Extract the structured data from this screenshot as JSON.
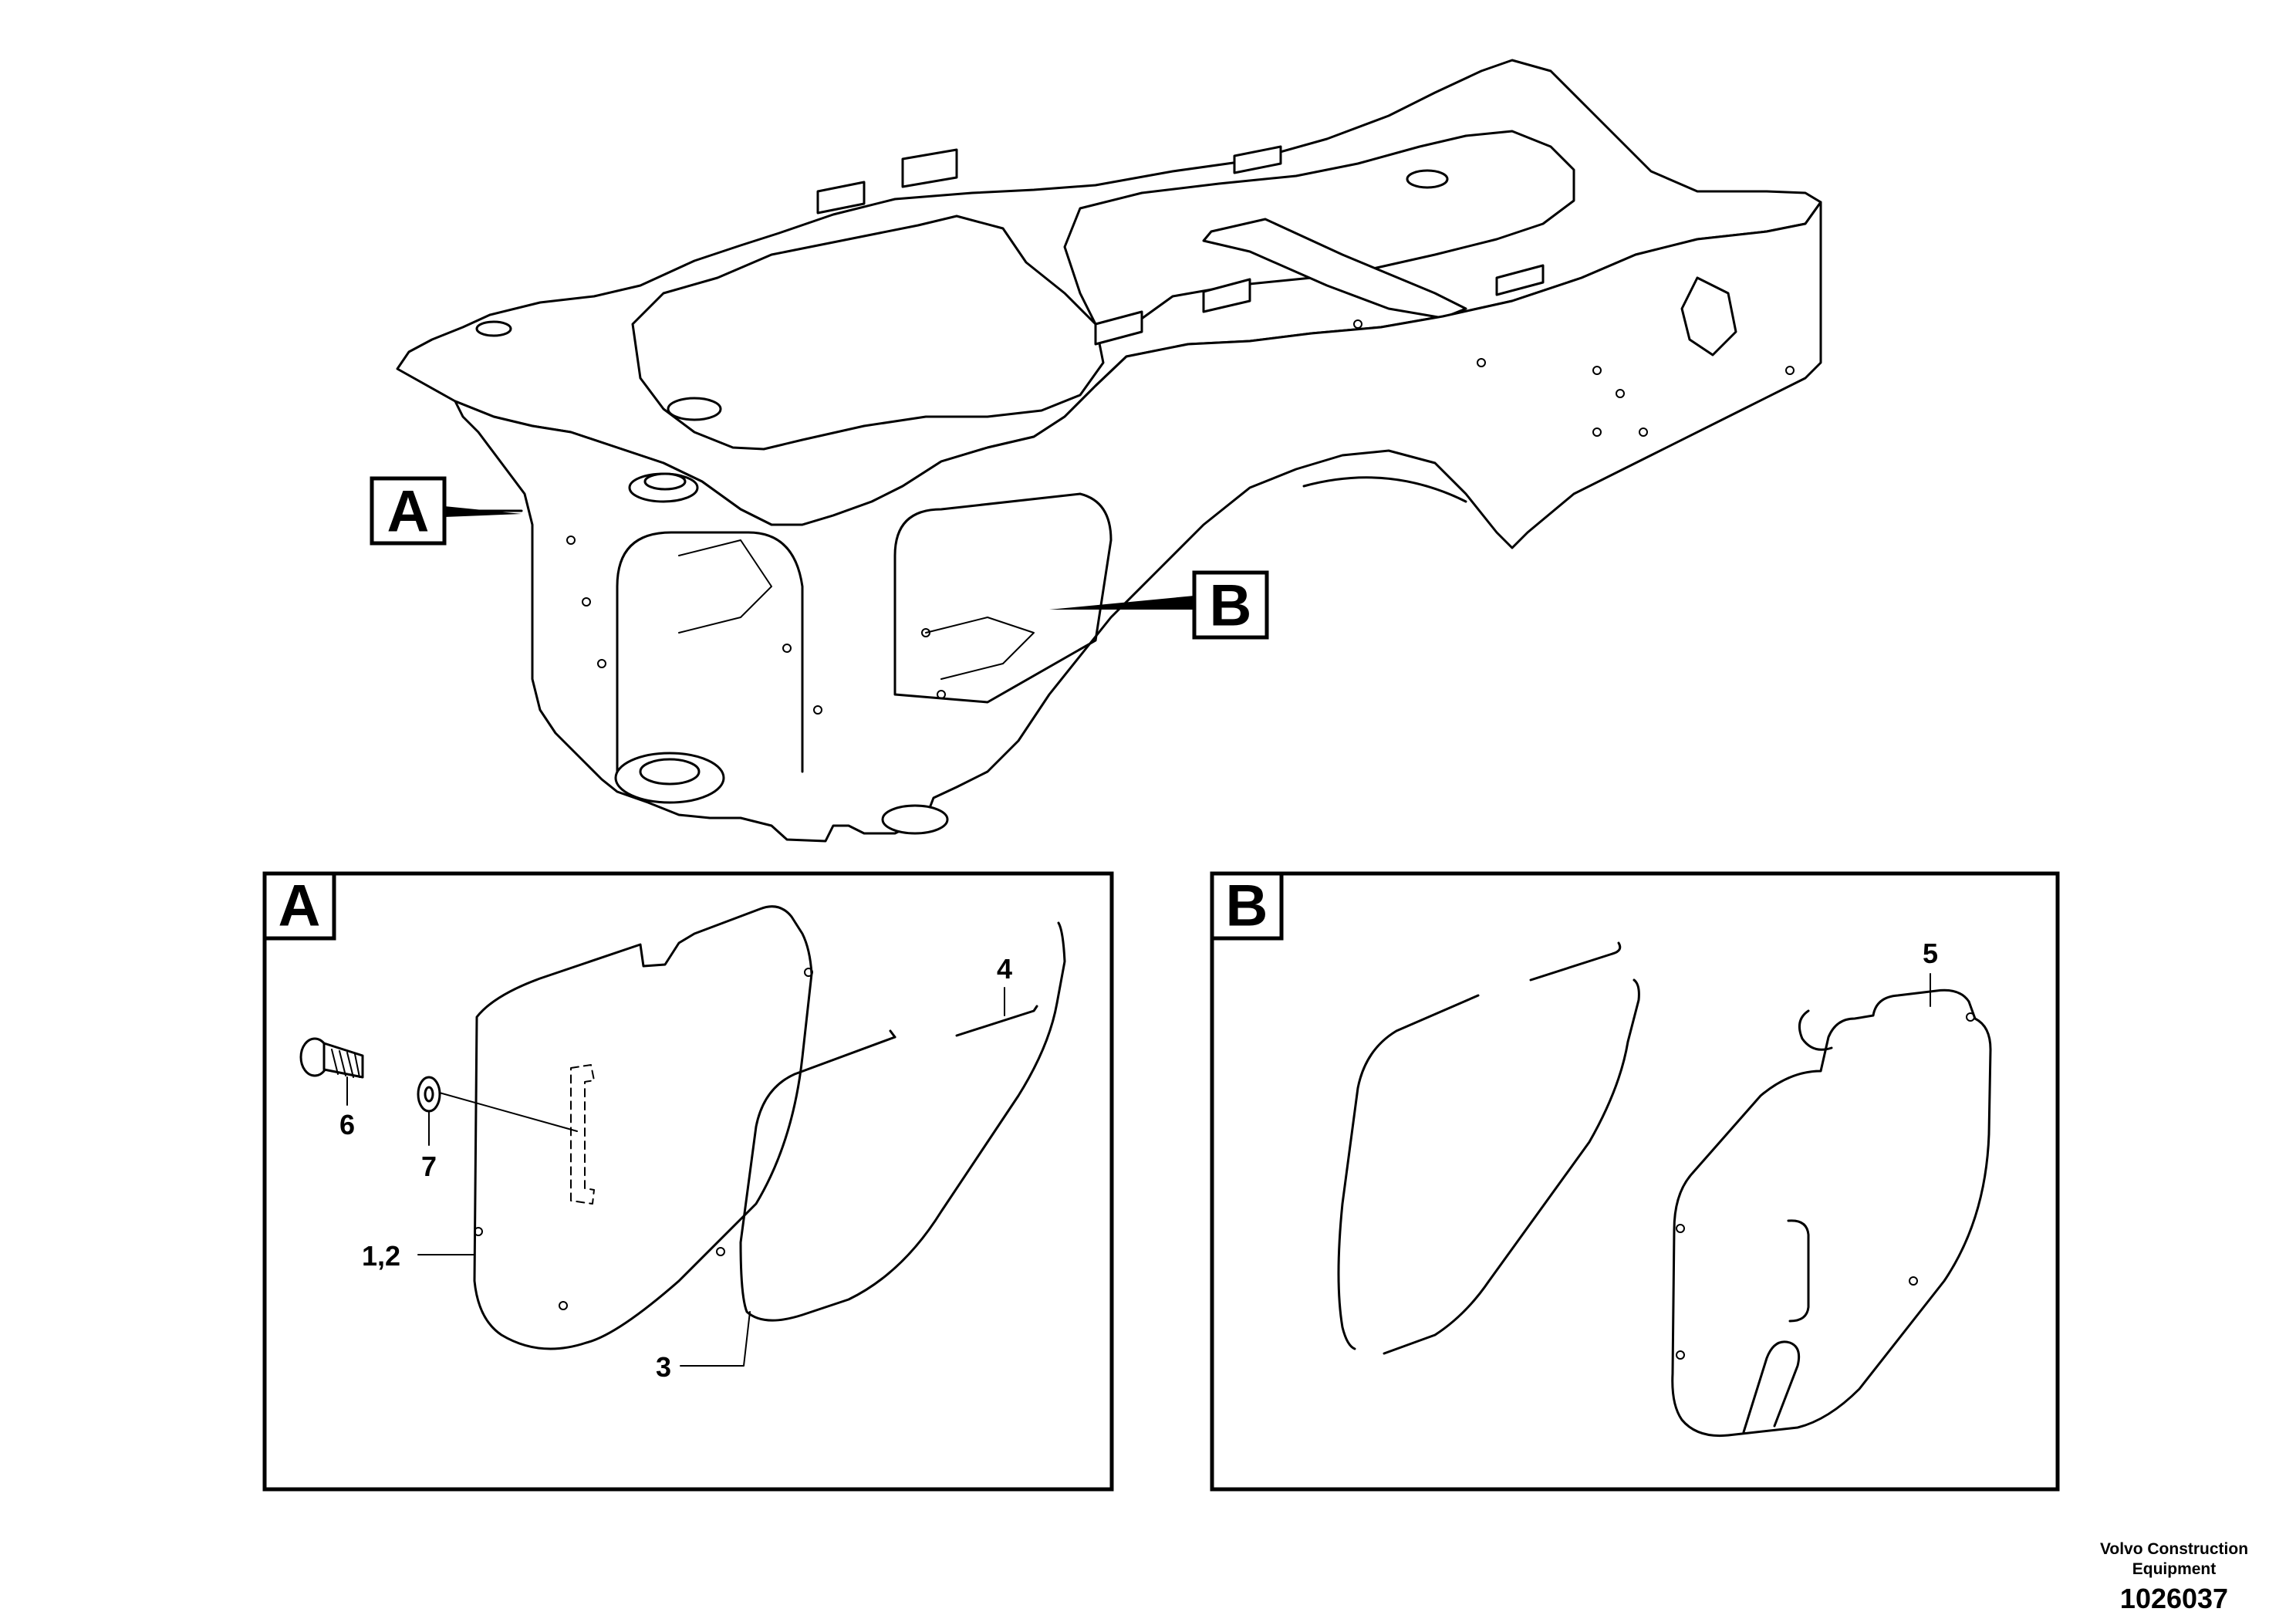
{
  "main_view": {
    "markers": [
      {
        "letter": "A"
      },
      {
        "letter": "B"
      }
    ]
  },
  "detail_a": {
    "heading": "A",
    "callouts": [
      "4",
      "6",
      "7",
      "1,2",
      "3"
    ]
  },
  "detail_b": {
    "heading": "B",
    "callouts": [
      "5"
    ]
  },
  "footer": {
    "brand_line1": "Volvo Construction",
    "brand_line2": "Equipment",
    "doc_number": "1026037"
  }
}
